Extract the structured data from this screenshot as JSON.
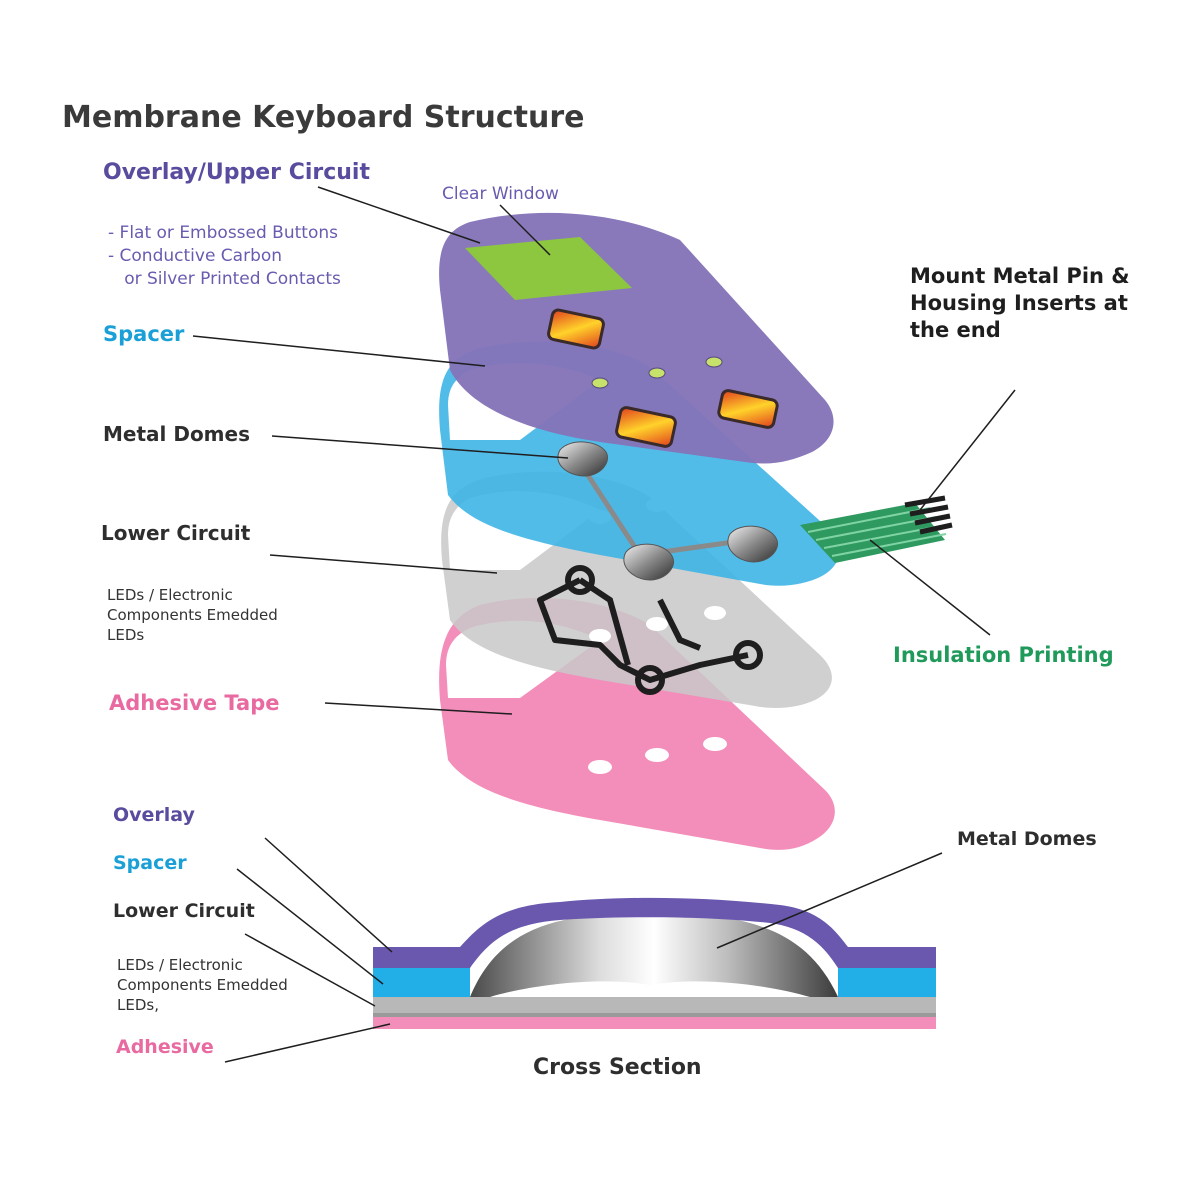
{
  "title": "Membrane Keyboard Structure",
  "exploded": {
    "overlay_heading": "Overlay/Upper Circuit",
    "overlay_details": "- Flat or Embossed Buttons\n- Conductive Carbon\n   or Silver Printed Contacts",
    "clear_window": "Clear Window",
    "spacer": "Spacer",
    "metal_domes": "Metal Domes",
    "lower_circuit": "Lower Circuit",
    "leds_note": "LEDs / Electronic\nComponents Emedded\nLEDs",
    "adhesive_tape": "Adhesive Tape",
    "mount_note": "Mount Metal Pin &\nHousing Inserts at\nthe end",
    "insulation": "Insulation Printing"
  },
  "cross_section": {
    "overlay": "Overlay",
    "spacer": "Spacer",
    "lower_circuit": "Lower Circuit",
    "leds_note": "LEDs / Electronic\nComponents Emedded\nLEDs,",
    "adhesive": "Adhesive",
    "metal_domes": "Metal Domes",
    "caption": "Cross Section"
  },
  "colors": {
    "overlay": "#8474b8",
    "window": "#8dc63f",
    "spacer": "#3cb4e6",
    "lower_circuit": "#c9c9c9",
    "adhesive": "#f08cb8",
    "insulation": "#2f9a5f"
  }
}
